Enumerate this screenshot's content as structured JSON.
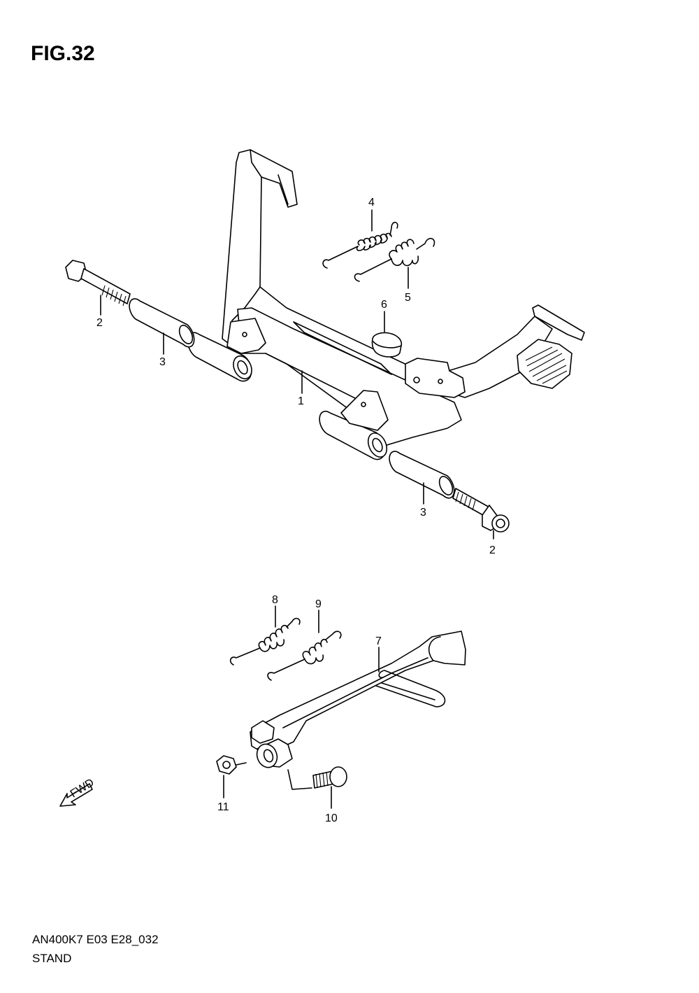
{
  "figure": {
    "title": "FIG.32"
  },
  "footer": {
    "code": "AN400K7 E03 E28_032",
    "name": "STAND"
  },
  "fwd_label": "FWD",
  "callouts": {
    "c1": "1",
    "c2a": "2",
    "c2b": "2",
    "c3a": "3",
    "c3b": "3",
    "c4": "4",
    "c5": "5",
    "c6": "6",
    "c7": "7",
    "c8": "8",
    "c9": "9",
    "c10": "10",
    "c11": "11"
  }
}
